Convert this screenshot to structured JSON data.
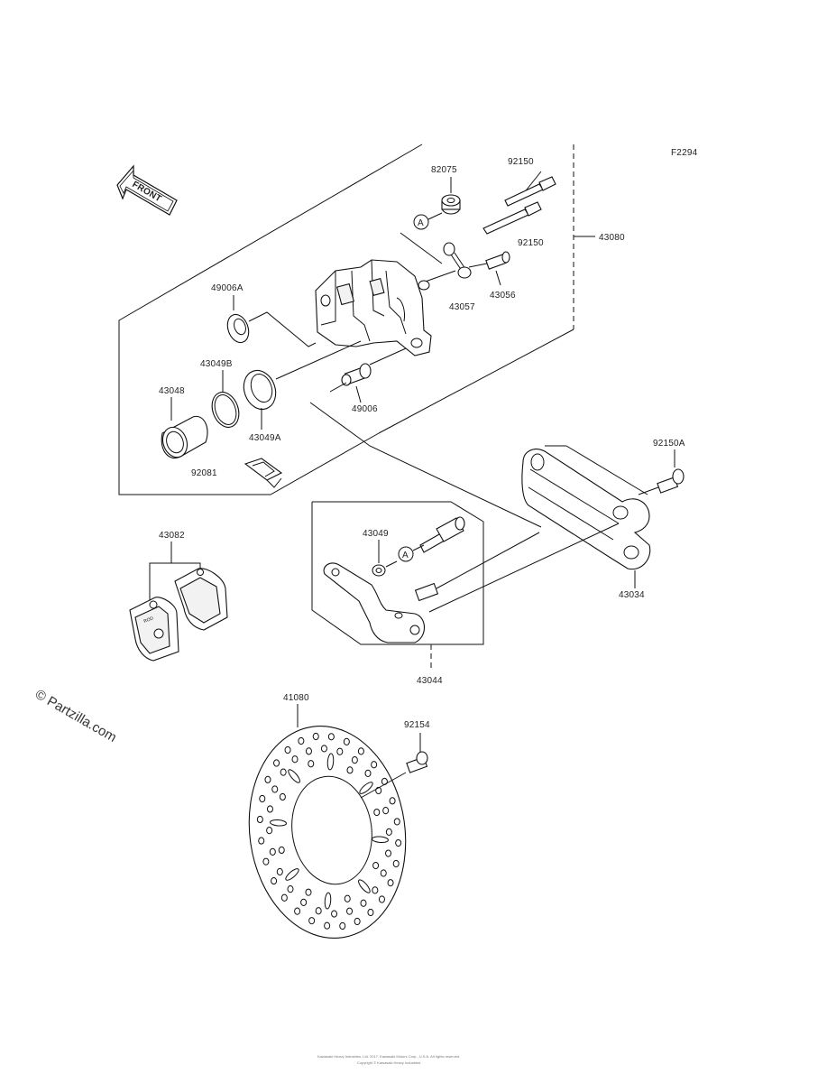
{
  "figure_code": "F2294",
  "front_label": "FRONT",
  "ref_marker": "A",
  "watermark": "© Partzilla.com",
  "footer_line1": "Kawasaki Heavy Industries, Ltd. 2017. Kawasaki Motors Corp., U.S.A. All rights reserved.",
  "footer_line2": "Copyright © Kawasaki Heavy Industries",
  "parts": {
    "p82075": "82075",
    "p92150_top": "92150",
    "p92150_mid": "92150",
    "p43080": "43080",
    "p49006A": "49006A",
    "p43056": "43056",
    "p43057": "43057",
    "p43049B": "43049B",
    "p43048": "43048",
    "p49006": "49006",
    "p43049A": "43049A",
    "p92081": "92081",
    "p92150A": "92150A",
    "p43082": "43082",
    "p43049": "43049",
    "p43034": "43034",
    "p43044": "43044",
    "p41080": "41080",
    "p92154": "92154"
  }
}
